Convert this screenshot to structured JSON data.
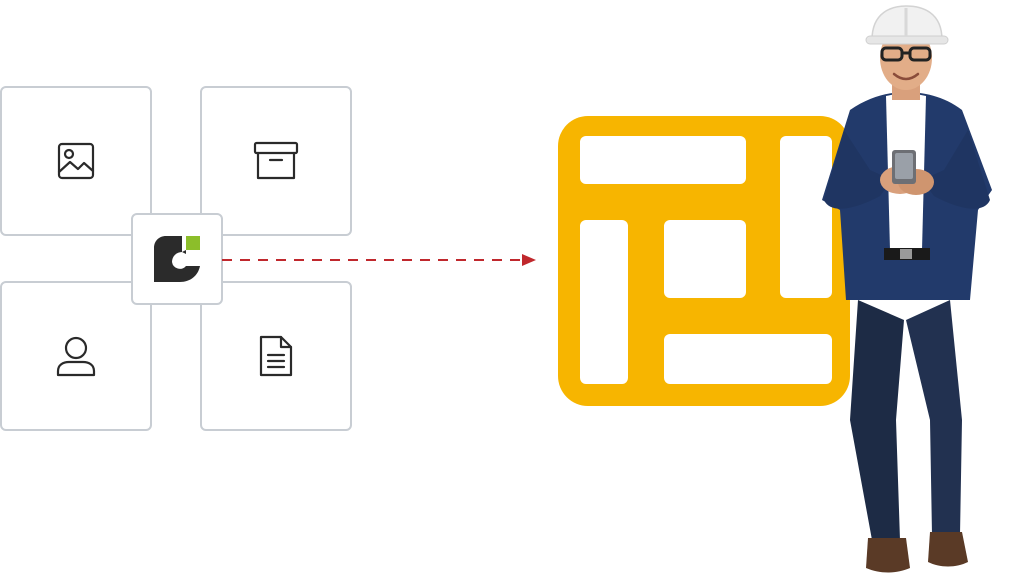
{
  "diagram": {
    "sources": [
      {
        "id": "images",
        "icon": "image-icon"
      },
      {
        "id": "archive",
        "icon": "archive-box-icon"
      },
      {
        "id": "people",
        "icon": "user-icon"
      },
      {
        "id": "documents",
        "icon": "document-icon"
      }
    ],
    "hub_logo": "brand-logo-icon",
    "connector": "dashed-arrow",
    "target_icon": "grid-layout-icon",
    "colors": {
      "tile_border": "#c8cdd3",
      "icon_stroke": "#2a2a2a",
      "logo_dark": "#2b2b2b",
      "logo_accent": "#8cbe2a",
      "arrow": "#c0282d",
      "target_fill": "#f7b500"
    }
  },
  "person": {
    "description_icon": "engineer-with-phone-illustration"
  }
}
